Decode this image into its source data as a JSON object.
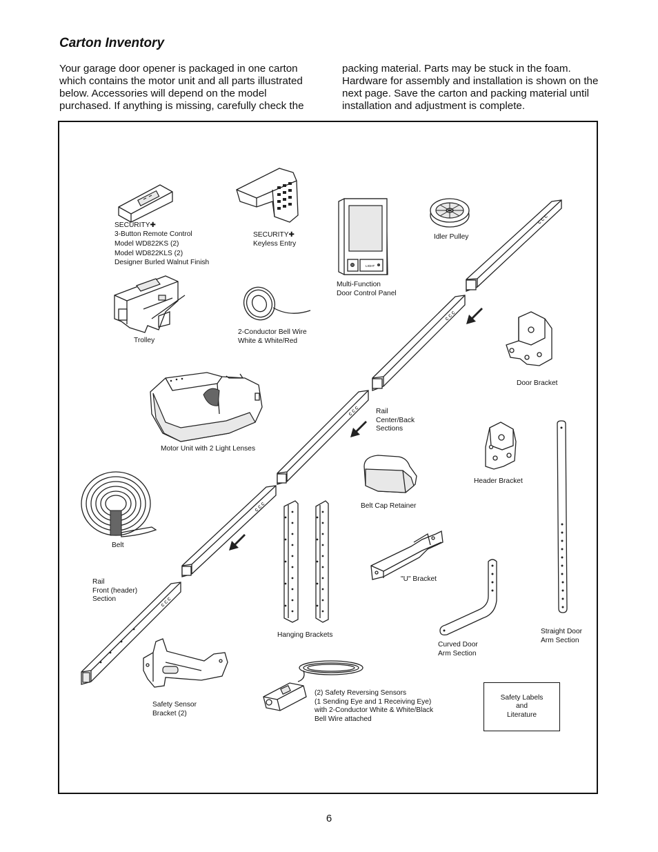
{
  "page": {
    "title": "Carton Inventory",
    "intro_left": "Your garage door opener is packaged in one carton which contains the motor unit and all parts illustrated below. Accessories will depend on the model purchased. If anything is missing, carefully check the",
    "intro_right": "packing material. Parts may be stuck in the foam. Hardware for assembly and installation is shown on the next page. Save the carton and packing material until installation and adjustment is complete.",
    "page_number": "6"
  },
  "parts": {
    "remote": "SECURITY✚\n3-Button Remote Control",
    "remote_model1": "Model WD822KS (2)",
    "remote_model2": "Model WD822KLS (2)\nDesigner Burled Walnut Finish",
    "keyless": "SECURITY✚\nKeyless Entry",
    "control_panel": "Multi-Function\nDoor Control Panel",
    "idler_pulley": "Idler Pulley",
    "trolley": "Trolley",
    "bell_wire": "2-Conductor Bell Wire\nWhite & White/Red",
    "door_bracket": "Door Bracket",
    "motor_unit": "Motor Unit with 2 Light Lenses",
    "rail_center_back": "Rail\nCenter/Back\nSections",
    "header_bracket": "Header Bracket",
    "belt_cap_retainer": "Belt Cap Retainer",
    "belt": "Belt",
    "u_bracket": "\"U\" Bracket",
    "rail_front": "Rail\nFront (header)\nSection",
    "hanging_brackets": "Hanging Brackets",
    "curved_arm": "Curved Door\nArm Section",
    "straight_arm": "Straight Door\nArm Section",
    "safety_sensor_bracket": "Safety Sensor\nBracket (2)",
    "safety_sensors": "(2) Safety Reversing Sensors\n(1 Sending Eye and 1 Receiving Eye)\nwith 2-Conductor White & White/Black\nBell Wire attached",
    "safety_labels": "Safety Labels\nand\nLiterature",
    "panel_light_button": "LIGHT"
  }
}
